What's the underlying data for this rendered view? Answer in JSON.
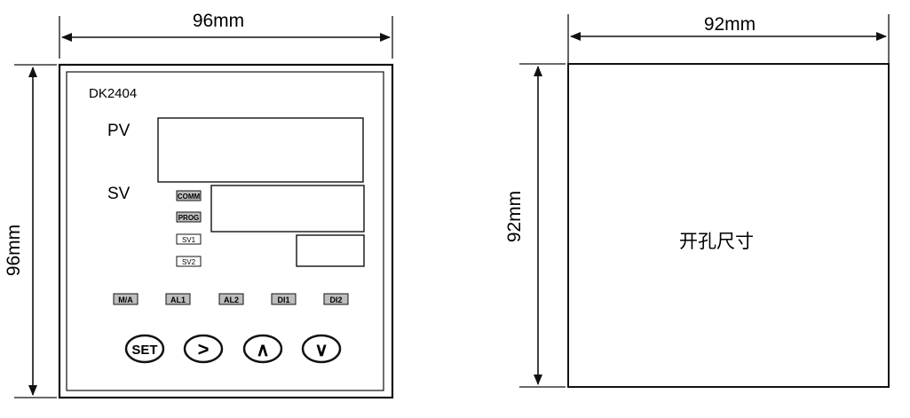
{
  "front_view": {
    "width_label": "96mm",
    "height_label": "96mm",
    "model": "DK2404",
    "pv_label": "PV",
    "sv_label": "SV",
    "mode_indicators": [
      "COMM",
      "PROG",
      "SV1",
      "SV2"
    ],
    "status_indicators": [
      "M/A",
      "AL1",
      "AL2",
      "DI1",
      "DI2"
    ],
    "buttons": {
      "set": "SET",
      "shift": ">",
      "up": "∧",
      "down": "∨"
    }
  },
  "cutout_view": {
    "width_label": "92mm",
    "height_label": "92mm",
    "caption": "开孔尺寸"
  }
}
